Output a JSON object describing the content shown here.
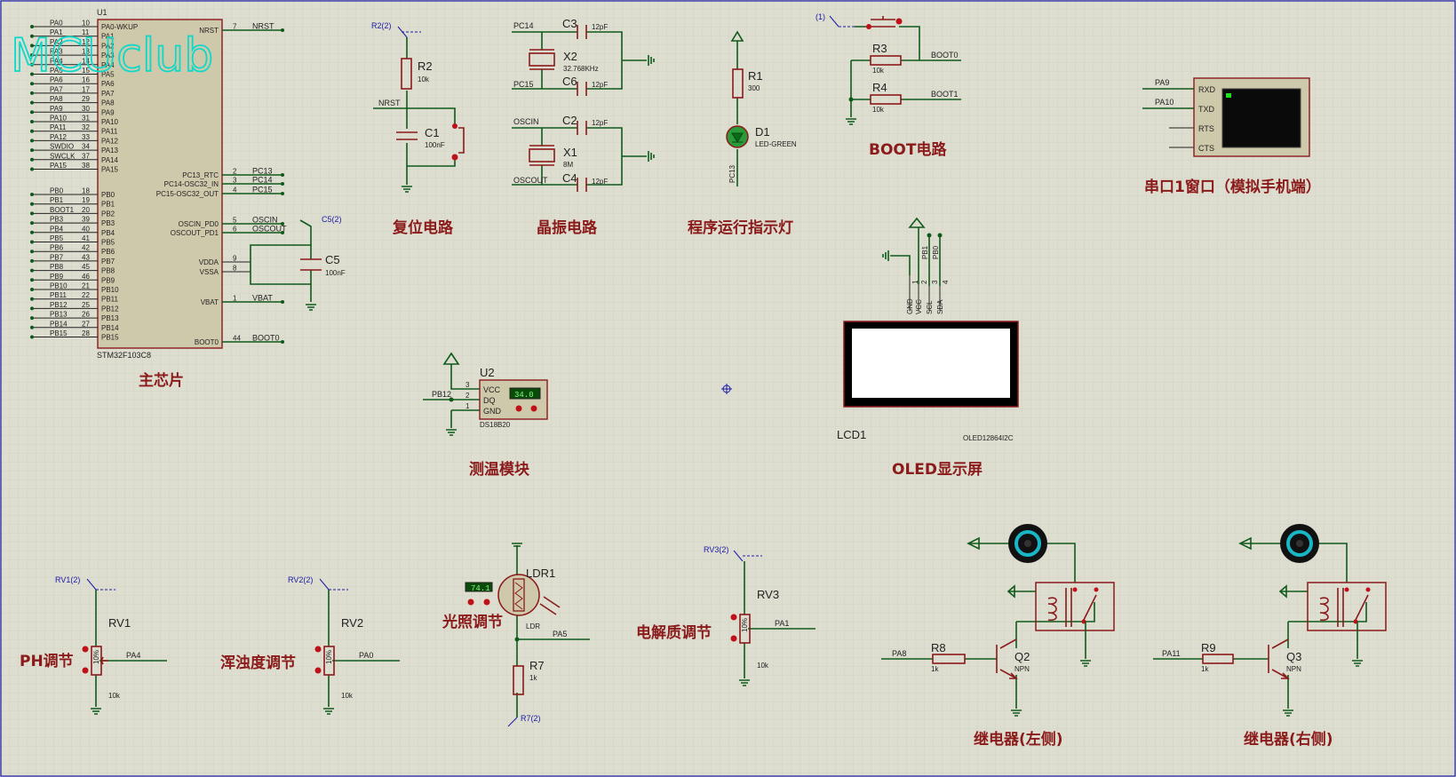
{
  "watermark": "MCUclub",
  "colors": {
    "canvas": "#ddddd0",
    "grid": "#c8c8ba",
    "wire": "#0f5a1a",
    "component": "#8b1a1a",
    "label": "#8b1a1a",
    "probe": "#1a1aa8",
    "watermark": "#10d8c8"
  },
  "section_labels": {
    "main_chip": "主芯片",
    "reset": "复位电路",
    "crystal": "晶振电路",
    "run_led": "程序运行指示灯",
    "boot": "BOOT电路",
    "uart": "串口1窗口（模拟手机端）",
    "temp": "测温模块",
    "oled": "OLED显示屏",
    "ph": "PH调节",
    "turbidity": "浑浊度调节",
    "light": "光照调节",
    "electrolyte": "电解质调节",
    "relay_left": "继电器(左侧)",
    "relay_right": "继电器(右侧)"
  },
  "mcu": {
    "ref": "U1",
    "part": "STM32F103C8",
    "left_nets": [
      "PA0",
      "PA1",
      "PA2",
      "PA3",
      "PA4",
      "PA5",
      "PA6",
      "PA7",
      "PA8",
      "PA9",
      "PA10",
      "PA11",
      "PA12",
      "SWDIO",
      "SWCLK",
      "PA15"
    ],
    "left_pins": [
      "10",
      "11",
      "12",
      "13",
      "14",
      "15",
      "16",
      "17",
      "29",
      "30",
      "31",
      "32",
      "33",
      "34",
      "37",
      "38"
    ],
    "left_names": [
      "PA0-WKUP",
      "PA1",
      "PA2",
      "PA3",
      "PA4",
      "PA5",
      "PA6",
      "PA7",
      "PA8",
      "PA9",
      "PA10",
      "PA11",
      "PA12",
      "PA13",
      "PA14",
      "PA15"
    ],
    "left_nets_b": [
      "PB0",
      "PB1",
      "BOOT1",
      "PB3",
      "PB4",
      "PB5",
      "PB6",
      "PB7",
      "PB8",
      "PB9",
      "PB10",
      "PB11",
      "PB12",
      "PB13",
      "PB14",
      "PB15"
    ],
    "left_pins_b": [
      "18",
      "19",
      "20",
      "39",
      "40",
      "41",
      "42",
      "43",
      "45",
      "46",
      "21",
      "22",
      "25",
      "26",
      "27",
      "28"
    ],
    "left_names_b": [
      "PB0",
      "PB1",
      "PB2",
      "PB3",
      "PB4",
      "PB5",
      "PB6",
      "PB7",
      "PB8",
      "PB9",
      "PB10",
      "PB11",
      "PB12",
      "PB13",
      "PB14",
      "PB15"
    ],
    "right": [
      {
        "name": "NRST",
        "pin": "7",
        "net": "NRST"
      },
      {
        "name": "PC13_RTC",
        "pin": "2",
        "net": "PC13"
      },
      {
        "name": "PC14-OSC32_IN",
        "pin": "3",
        "net": "PC14"
      },
      {
        "name": "PC15-OSC32_OUT",
        "pin": "4",
        "net": "PC15"
      },
      {
        "name": "OSCIN_PD0",
        "pin": "5",
        "net": "OSCIN"
      },
      {
        "name": "OSCOUT_PD1",
        "pin": "6",
        "net": "OSCOUT"
      },
      {
        "name": "VDDA",
        "pin": "9",
        "net": ""
      },
      {
        "name": "VSSA",
        "pin": "8",
        "net": ""
      },
      {
        "name": "VBAT",
        "pin": "1",
        "net": "VBAT"
      },
      {
        "name": "BOOT0",
        "pin": "44",
        "net": "BOOT0"
      }
    ]
  },
  "c5": {
    "ref": "C5",
    "value": "100nF",
    "probe": "C5(2)"
  },
  "reset": {
    "r_ref": "R2",
    "r_val": "10k",
    "c_ref": "C1",
    "c_val": "100nF",
    "probe": "R2(2)",
    "net": "NRST"
  },
  "crystal": {
    "c3": "C3",
    "c3v": "12pF",
    "x2": "X2",
    "x2v": "32.768KHz",
    "c6": "C6",
    "c6v": "12pF",
    "pc14": "PC14",
    "pc15": "PC15",
    "c2": "C2",
    "c2v": "12pF",
    "x1": "X1",
    "x1v": "8M",
    "c4": "C4",
    "c4v": "12pF",
    "oscin": "OSCIN",
    "oscout": "OSCOUT"
  },
  "led": {
    "r_ref": "R1",
    "r_val": "300",
    "d_ref": "D1",
    "d_val": "LED-GREEN",
    "net": "PC13"
  },
  "boot": {
    "probe": "(1)",
    "r3": "R3",
    "r3v": "10k",
    "r4": "R4",
    "r4v": "10k",
    "boot0": "BOOT0",
    "boot1": "BOOT1"
  },
  "uart": {
    "pa9": "PA9",
    "pa10": "PA10",
    "pins": [
      "RXD",
      "TXD",
      "RTS",
      "CTS"
    ]
  },
  "oled": {
    "ref": "LCD1",
    "part": "OLED12864I2C",
    "pins": [
      "GND",
      "VCC",
      "SCL",
      "SDA"
    ],
    "nets": [
      "PB1",
      "PB0"
    ],
    "nums": [
      "1",
      "2",
      "3",
      "4"
    ]
  },
  "ds18b20": {
    "ref": "U2",
    "part": "DS18B20",
    "pins": [
      "VCC",
      "DQ",
      "GND"
    ],
    "nums": [
      "3",
      "2",
      "1"
    ],
    "reading": "34.0",
    "net": "PB12"
  },
  "rv1": {
    "probe": "RV1(2)",
    "ref": "RV1",
    "val": "10k",
    "net": "PA4"
  },
  "rv2": {
    "probe": "RV2(2)",
    "ref": "RV2",
    "val": "10k",
    "net": "PA0"
  },
  "ldr": {
    "ref": "LDR1",
    "part": "LDR",
    "reading": "74.1",
    "r_ref": "R7",
    "r_val": "1k",
    "net": "PA5",
    "probe": "R7(2)"
  },
  "rv3": {
    "probe": "RV3(2)",
    "ref": "RV3",
    "val": "10k",
    "net": "PA1"
  },
  "relay_l": {
    "r": "R8",
    "rv": "1k",
    "q": "Q2",
    "qt": "NPN",
    "net": "PA8"
  },
  "relay_r": {
    "r": "R9",
    "rv": "1k",
    "q": "Q3",
    "qt": "NPN",
    "net": "PA11"
  },
  "pot_text": "10%"
}
